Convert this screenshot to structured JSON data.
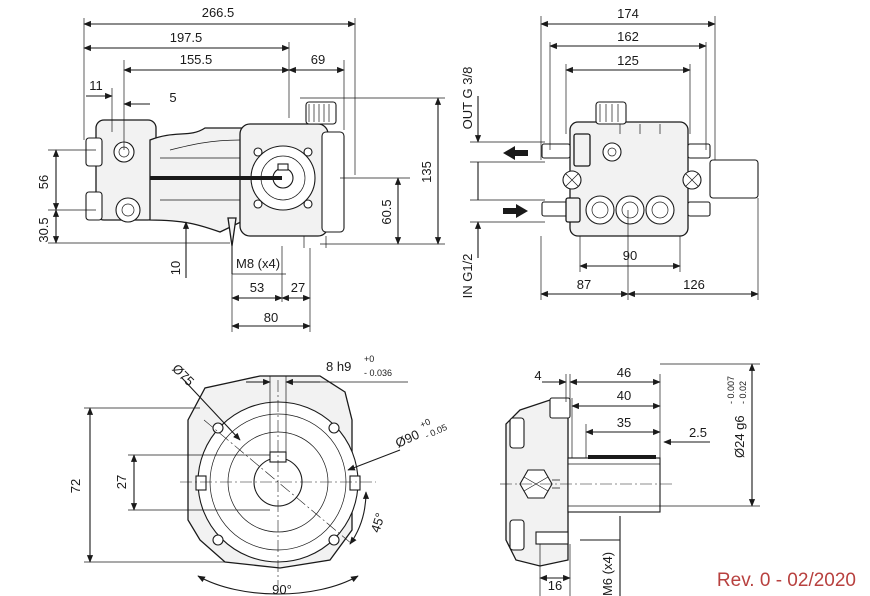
{
  "side_view": {
    "dims": [
      "266.5",
      "197.5",
      "155.5",
      "69",
      "11",
      "5",
      "56",
      "30.5",
      "10",
      "135",
      "60.5",
      "M8 (x4)",
      "53",
      "27",
      "80"
    ]
  },
  "front_view": {
    "dims": [
      "174",
      "162",
      "125",
      "90",
      "87",
      "126"
    ],
    "port_out": "OUT G 3/8",
    "port_in": "IN G1/2"
  },
  "flange_view": {
    "dims": [
      "Ø75",
      "8 h9",
      "72",
      "27",
      "45°",
      "90°"
    ],
    "tol_8h9_upper": "+0",
    "tol_8h9_lower": "- 0.036",
    "d90_main": "Ø90",
    "d90_upper": "+0",
    "d90_lower": "- 0.05"
  },
  "shaft_view": {
    "dims": [
      "4",
      "46",
      "40",
      "35",
      "2.5",
      "16",
      "M6 (x4)"
    ],
    "d24_main": "Ø24 g6",
    "d24_upper": "- 0.007",
    "d24_lower": "- 0.02"
  },
  "revision": "Rev. 0 - 02/2020"
}
